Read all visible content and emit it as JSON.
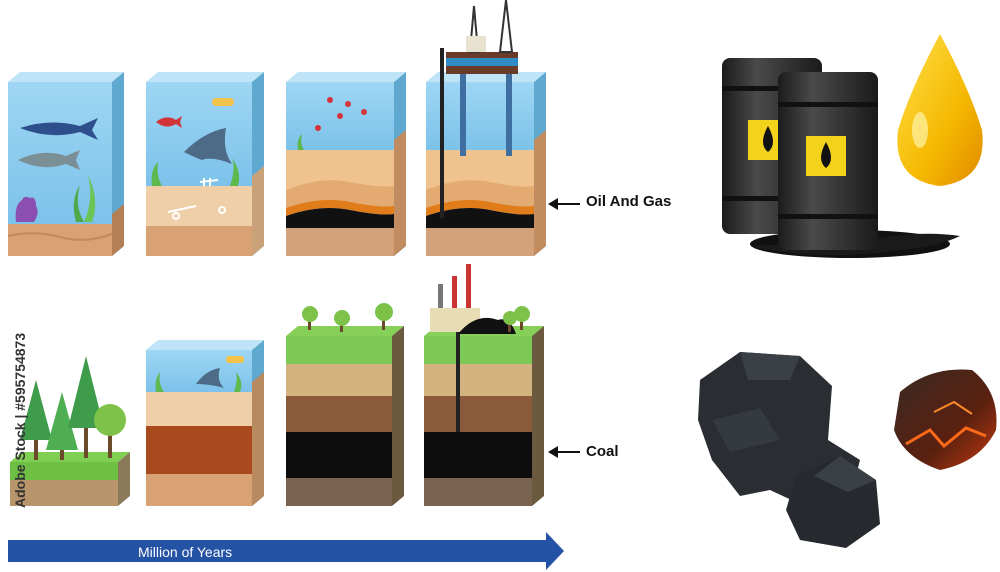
{
  "labels": {
    "oil_and_gas": "Oil And Gas",
    "coal": "Coal",
    "timeline": "Million of Years"
  },
  "watermark": {
    "stock_id": "Adobe Stock | #595754873"
  },
  "colors": {
    "water": "#86c9ee",
    "sand": "#f0c38e",
    "soil": "#d4a27a",
    "dark_soil": "#8a5a3a",
    "oil_layer": "#111111",
    "oil_rim": "#e07d1a",
    "coal_layer": "#0d0d0d",
    "grass": "#6fbf45",
    "timeline_arrow": "#2452a4",
    "oil_drop": "#f5b800",
    "barrel": "#2d2d2d",
    "barrel_label": "#f2d21b"
  },
  "icons": [
    "fish-icon",
    "manta-ray-icon",
    "seaweed-icon",
    "coral-icon",
    "fossil-bone-icon",
    "oil-rig-icon",
    "factory-icon",
    "tree-icon",
    "oil-barrel-icon",
    "oil-drop-icon",
    "coal-lump-icon",
    "burning-coal-icon",
    "arrow-left-icon"
  ]
}
